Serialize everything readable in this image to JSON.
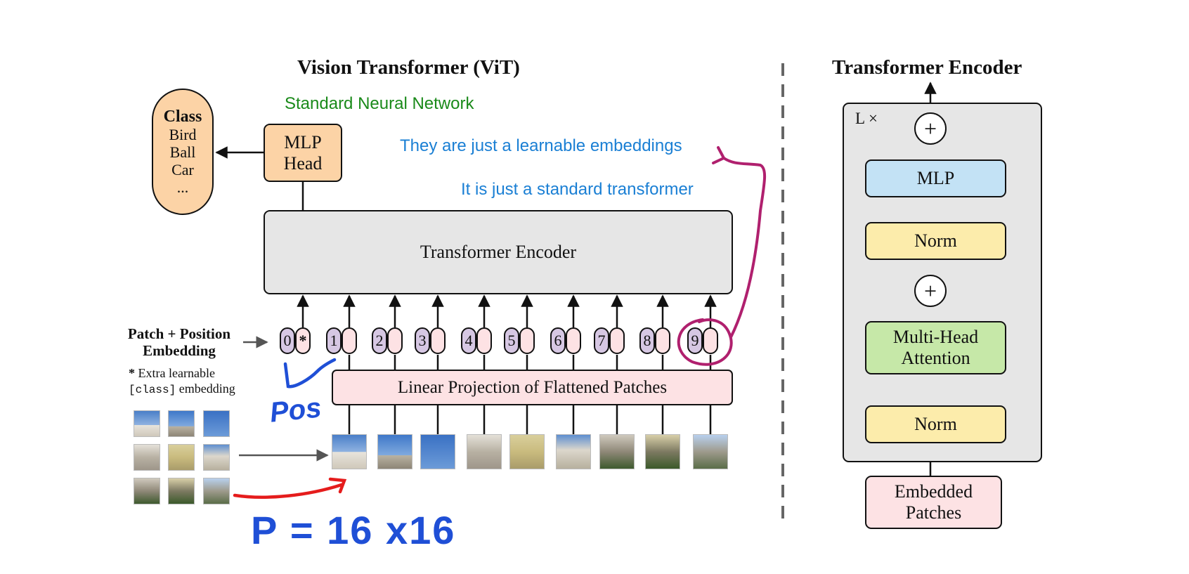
{
  "vit": {
    "title": "Vision Transformer (ViT)",
    "class_box": {
      "title": "Class",
      "items": [
        "Bird",
        "Ball",
        "Car",
        "..."
      ]
    },
    "mlp_head": {
      "line1": "MLP",
      "line2": "Head"
    },
    "transformer_encoder_label": "Transformer Encoder",
    "linear_projection_label": "Linear Projection of Flattened Patches",
    "patch_position_label": {
      "line1": "Patch + Position",
      "line2": "Embedding"
    },
    "extra_note": {
      "star": "*",
      "text1": "Extra learnable",
      "code": "[class]",
      "text2": "embedding"
    },
    "tokens": [
      "0",
      "1",
      "2",
      "3",
      "4",
      "5",
      "6",
      "7",
      "8",
      "9"
    ],
    "class_token_star": "*"
  },
  "annotations": {
    "standard_nn": "Standard Neural Network",
    "learnable": "They are just a learnable embeddings",
    "standard_transformer": "It is just a standard transformer",
    "pos": "Pos",
    "patch_size": "P = 16 x16"
  },
  "encoder": {
    "title": "Transformer Encoder",
    "repeat_label": "L ×",
    "mlp": "MLP",
    "norm_top": "Norm",
    "attention": {
      "line1": "Multi-Head",
      "line2": "Attention"
    },
    "norm_bottom": "Norm",
    "embedded_patches": {
      "line1": "Embedded",
      "line2": "Patches"
    },
    "plus": "+"
  },
  "colors": {
    "class_orange": "#fcd3a6",
    "encoder_gray": "#e6e6e6",
    "projection_pink": "#fde2e4",
    "position_purple": "#d6c7e3",
    "mlp_blue": "#c3e2f5",
    "norm_yellow": "#fcecab",
    "attention_green": "#c6e8a8",
    "note_green": "#1a8a1a",
    "note_blue": "#1a7fd4",
    "ink_blue": "#1f4fd6",
    "ink_magenta": "#b0206e",
    "ink_green": "#3ccf1e",
    "ink_red": "#e51c1c"
  },
  "icons": [
    "arrow-icon",
    "plus-circle-icon",
    "dashed-divider",
    "image-patch-thumbnail"
  ]
}
